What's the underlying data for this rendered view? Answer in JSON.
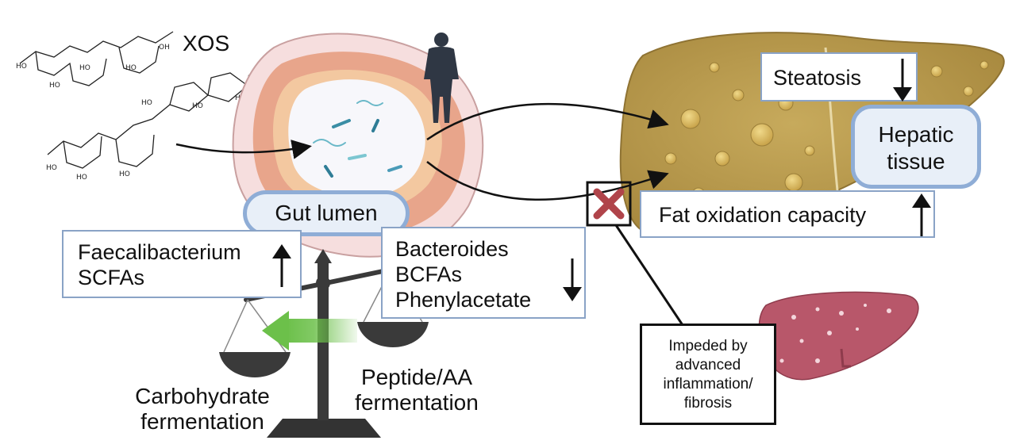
{
  "molecule": {
    "label": "XOS"
  },
  "gut": {
    "label": "Gut lumen",
    "increased": [
      "Faecalibacterium",
      "SCFAs"
    ],
    "decreased": [
      "Bacteroides",
      "BCFAs",
      "Phenylacetate"
    ]
  },
  "balance": {
    "left_caption": [
      "Carbohydrate",
      "fermentation"
    ],
    "right_caption": [
      "Peptide/AA",
      "fermentation"
    ]
  },
  "liver": {
    "steatosis": "Steatosis",
    "tissue": [
      "Hepatic",
      "tissue"
    ],
    "fat_oxidation": "Fat oxidation capacity"
  },
  "blocker": {
    "text": [
      "Impeded by",
      "advanced",
      "inflammation/",
      "fibrosis"
    ]
  },
  "colors": {
    "box_border": "#8aa3c6",
    "pill_border": "#8fadd6",
    "liver": "#b99a4e",
    "fibrotic_liver": "#b8576a",
    "shift_arrow": "#6cc04a",
    "block_x": "#b0444a"
  }
}
